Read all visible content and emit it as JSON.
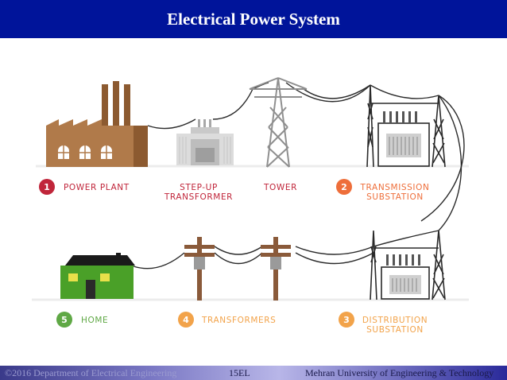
{
  "title": "Electrical Power System",
  "labels": {
    "power_plant": "POWER PLANT",
    "step_up_1": "STEP-UP",
    "step_up_2": "TRANSFORMER",
    "tower": "TOWER",
    "transmission_1": "TRANSMISSION",
    "transmission_2": "SUBSTATION",
    "home": "HOME",
    "transformers": "TRANSFORMERS",
    "distribution_1": "DISTRIBUTION",
    "distribution_2": "SUBSTATION"
  },
  "numbers": {
    "n1": "1",
    "n2": "2",
    "n3": "3",
    "n4": "4",
    "n5": "5"
  },
  "colors": {
    "title_bar": "#00149a",
    "step1": "#c0253a",
    "step2": "#ee6e3a",
    "step3": "#f2a34a",
    "step4": "#f2a34a",
    "step5": "#5fa845",
    "plant": "#b07a4a",
    "home": "#4aa028",
    "pole": "#8a5a3a"
  },
  "footer": {
    "left": "©2016 Department of Electrical Engineering",
    "center": "15EL",
    "right": "Mehran University of Engineering & Technology"
  }
}
